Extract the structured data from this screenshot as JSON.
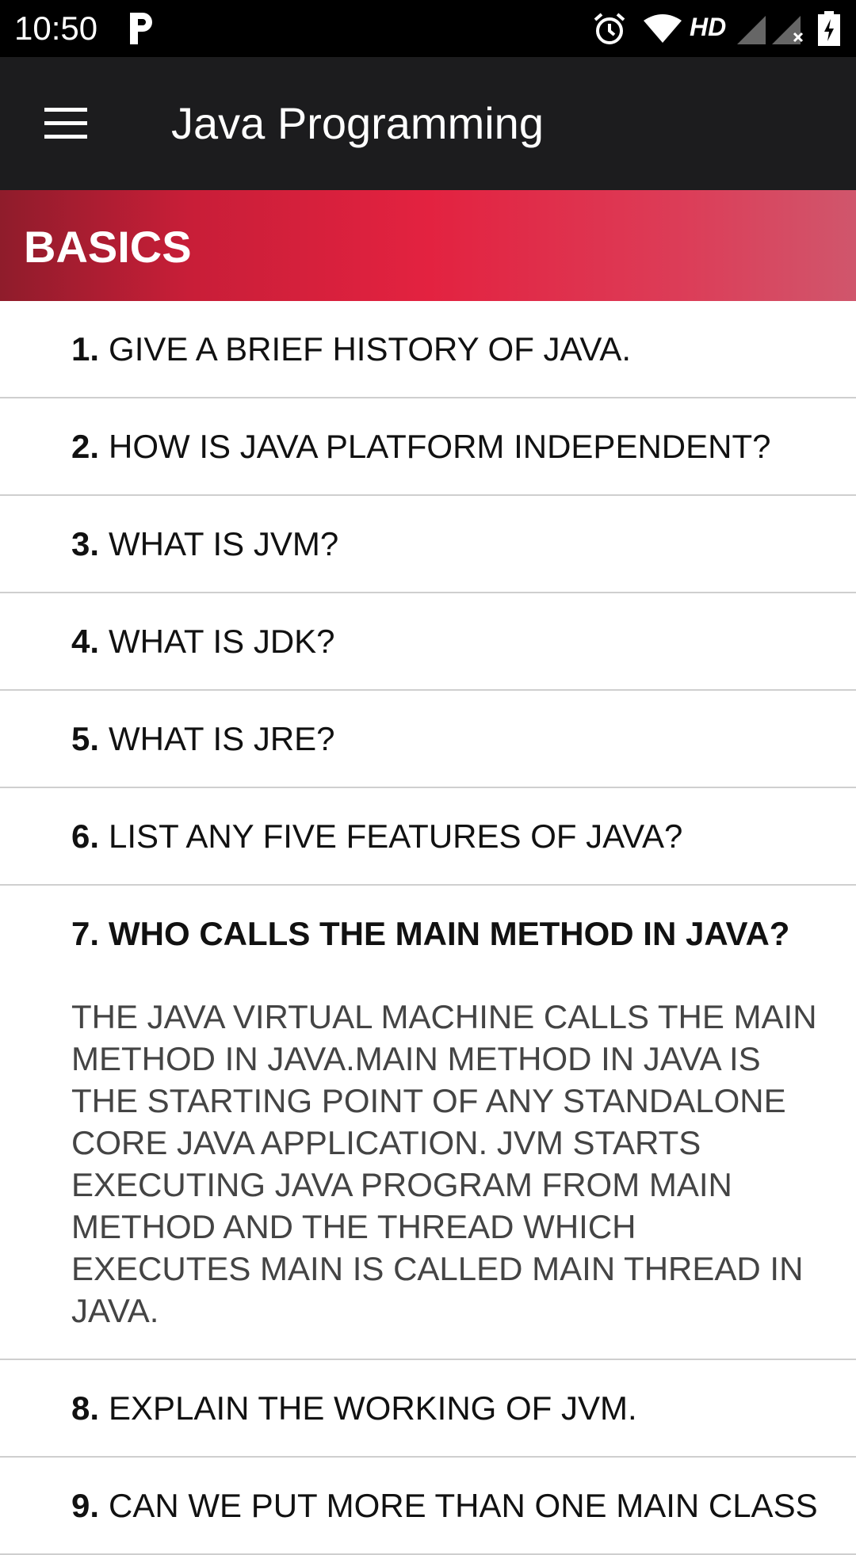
{
  "status_bar": {
    "time": "10:50",
    "network_label": "HD",
    "icons": [
      "p-icon",
      "alarm-icon",
      "wifi-icon",
      "signal-icon",
      "signal-no-data-icon",
      "battery-charging-icon"
    ]
  },
  "app_bar": {
    "title": "Java Programming",
    "menu_icon": "hamburger-menu-icon",
    "background": "#1c1c1e"
  },
  "section": {
    "title": "BASICS",
    "accent_color": "#e32240"
  },
  "questions": [
    {
      "num": "1.",
      "text": "GIVE A BRIEF HISTORY OF JAVA."
    },
    {
      "num": "2.",
      "text": "HOW IS JAVA PLATFORM INDEPENDENT?"
    },
    {
      "num": "3.",
      "text": "WHAT IS JVM?"
    },
    {
      "num": "4.",
      "text": "WHAT IS JDK?"
    },
    {
      "num": "5.",
      "text": "WHAT IS JRE?"
    },
    {
      "num": "6.",
      "text": "LIST ANY FIVE FEATURES OF JAVA?"
    },
    {
      "num": "7.",
      "text": "WHO CALLS THE MAIN METHOD IN JAVA?",
      "expanded": true,
      "answer": "THE JAVA VIRTUAL MACHINE CALLS THE MAIN METHOD IN JAVA.MAIN METHOD IN JAVA IS THE STARTING POINT OF ANY STANDALONE CORE JAVA APPLICATION. JVM STARTS EXECUTING JAVA PROGRAM FROM MAIN METHOD AND THE THREAD WHICH EXECUTES MAIN IS CALLED MAIN THREAD IN JAVA."
    },
    {
      "num": "8.",
      "text": "EXPLAIN THE WORKING OF JVM."
    },
    {
      "num": "9.",
      "text": "CAN WE PUT MORE THAN ONE MAIN CLASS"
    }
  ]
}
